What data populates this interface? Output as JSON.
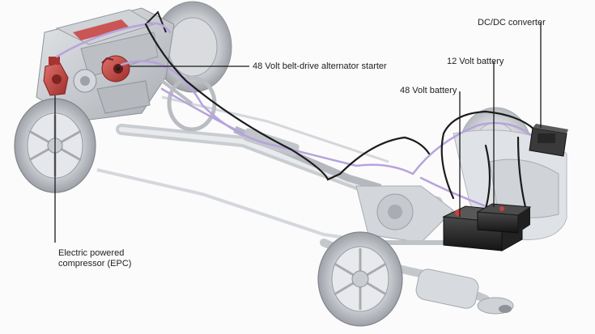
{
  "labels": {
    "dcdc_converter": "DC/DC converter",
    "battery_12v": "12 Volt battery",
    "battery_48v": "48 Volt battery",
    "alternator_starter": "48 Volt belt-drive alternator starter",
    "epc_line1": "Electric powered",
    "epc_line2": "compressor (EPC)"
  },
  "colors": {
    "component_highlight": "#c8413d",
    "wiring_harness": "#b7a3dc",
    "battery_body": "#2a2a2a",
    "chassis": "#c9ccd0",
    "callout_line": "#1a1a1a"
  }
}
